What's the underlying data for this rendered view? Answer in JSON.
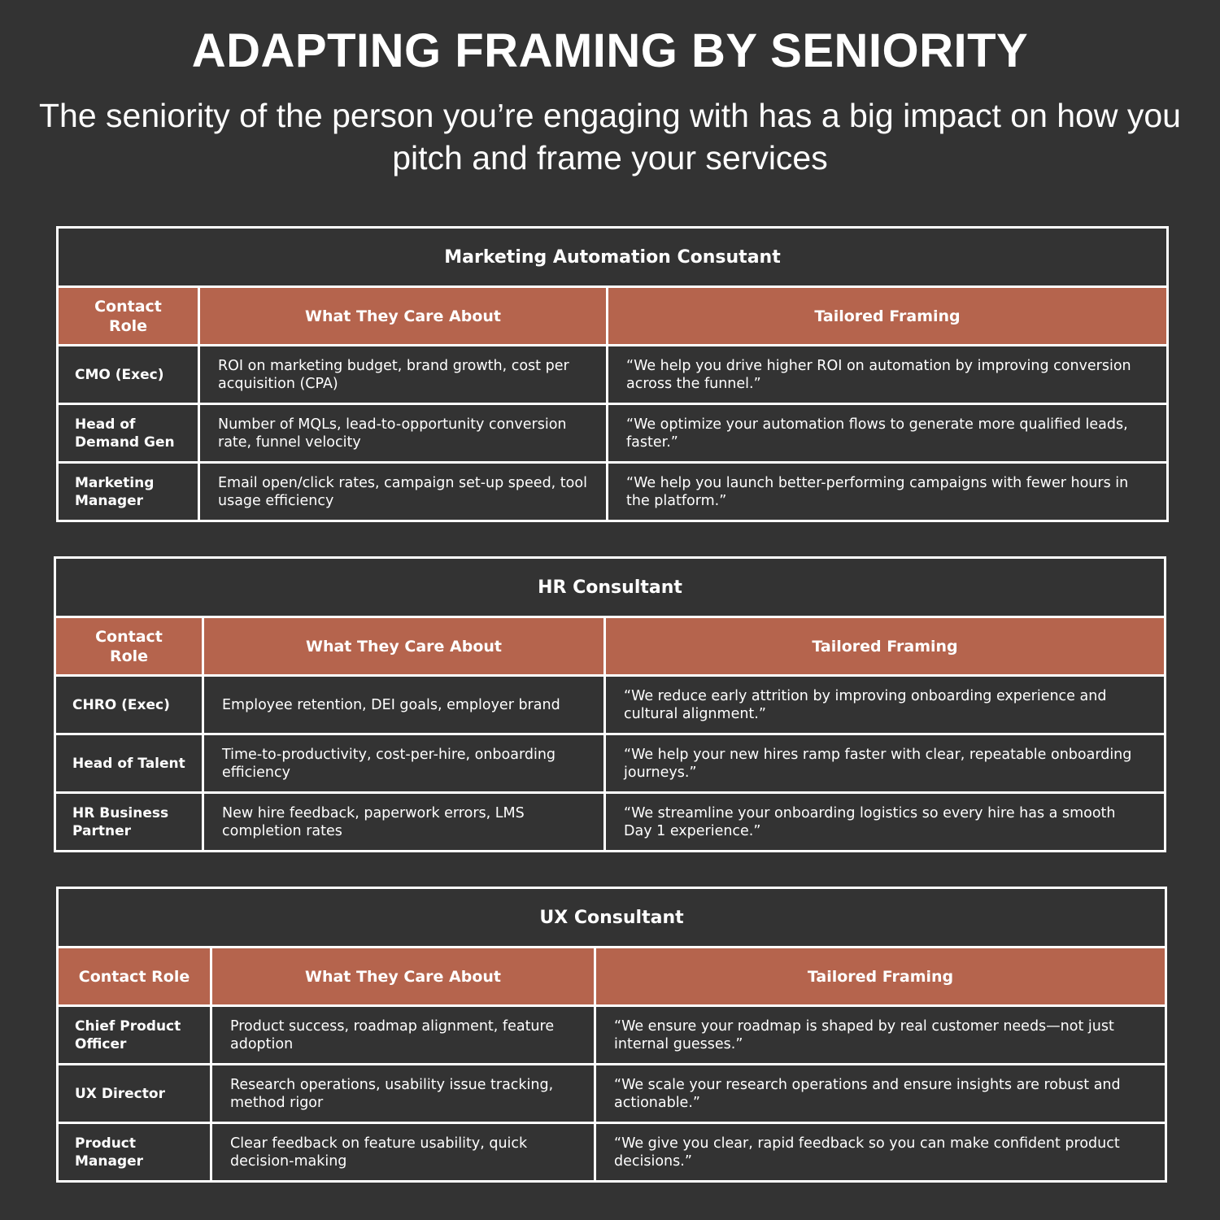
{
  "header": {
    "title": "ADAPTING FRAMING BY SENIORITY",
    "subtitle": "The seniority of the person you’re engaging with has a big impact on how you pitch and frame your services"
  },
  "colors": {
    "background": "#333333",
    "header_fill": "#b5644d",
    "border": "#ffffff",
    "text": "#ffffff"
  },
  "tables": [
    {
      "title": "Marketing Automation Consutant",
      "columns": [
        "Contact Role",
        "What They Care About",
        "Tailored Framing"
      ],
      "rows": [
        {
          "role": "CMO (Exec)",
          "care": "ROI on marketing budget, brand growth, cost per acquisition (CPA)",
          "framing": "“We help you drive higher ROI on automation by improving conversion across the funnel.”"
        },
        {
          "role": "Head of Demand Gen",
          "care": "Number of MQLs, lead-to-opportunity conversion rate, funnel velocity",
          "framing": "“We optimize your automation flows to generate more qualified leads, faster.”"
        },
        {
          "role": "Marketing Manager",
          "care": "Email open/click rates, campaign set-up speed, tool usage efficiency",
          "framing": "“We help you launch better-performing campaigns with fewer hours in the platform.”"
        }
      ]
    },
    {
      "title": "HR Consultant",
      "columns": [
        "Contact Role",
        "What They Care About",
        "Tailored Framing"
      ],
      "rows": [
        {
          "role": "CHRO (Exec)",
          "care": "Employee retention, DEI goals, employer brand",
          "framing": "“We reduce early attrition by improving onboarding experience and cultural alignment.”"
        },
        {
          "role": "Head of Talent",
          "care": "Time-to-productivity, cost-per-hire, onboarding efficiency",
          "framing": "“We help your new hires ramp faster with clear, repeatable onboarding journeys.”"
        },
        {
          "role": "HR Business Partner",
          "care": "New hire feedback, paperwork errors, LMS completion rates",
          "framing": "“We streamline your onboarding logistics so every hire has a smooth Day 1 experience.”"
        }
      ]
    },
    {
      "title": "UX Consultant",
      "columns": [
        "Contact Role",
        "What They Care About",
        "Tailored Framing"
      ],
      "rows": [
        {
          "role": "Chief Product Officer",
          "care": "Product success, roadmap alignment, feature adoption",
          "framing": "“We ensure your roadmap is shaped by real customer needs—not just internal guesses.”"
        },
        {
          "role": "UX Director",
          "care": "Research operations, usability issue tracking, method rigor",
          "framing": "“We scale your research operations and ensure insights are robust and actionable.”"
        },
        {
          "role": "Product Manager",
          "care": "Clear feedback on feature usability, quick decision-making",
          "framing": "“We give you clear, rapid feedback so you can make confident product decisions.”"
        }
      ]
    }
  ]
}
